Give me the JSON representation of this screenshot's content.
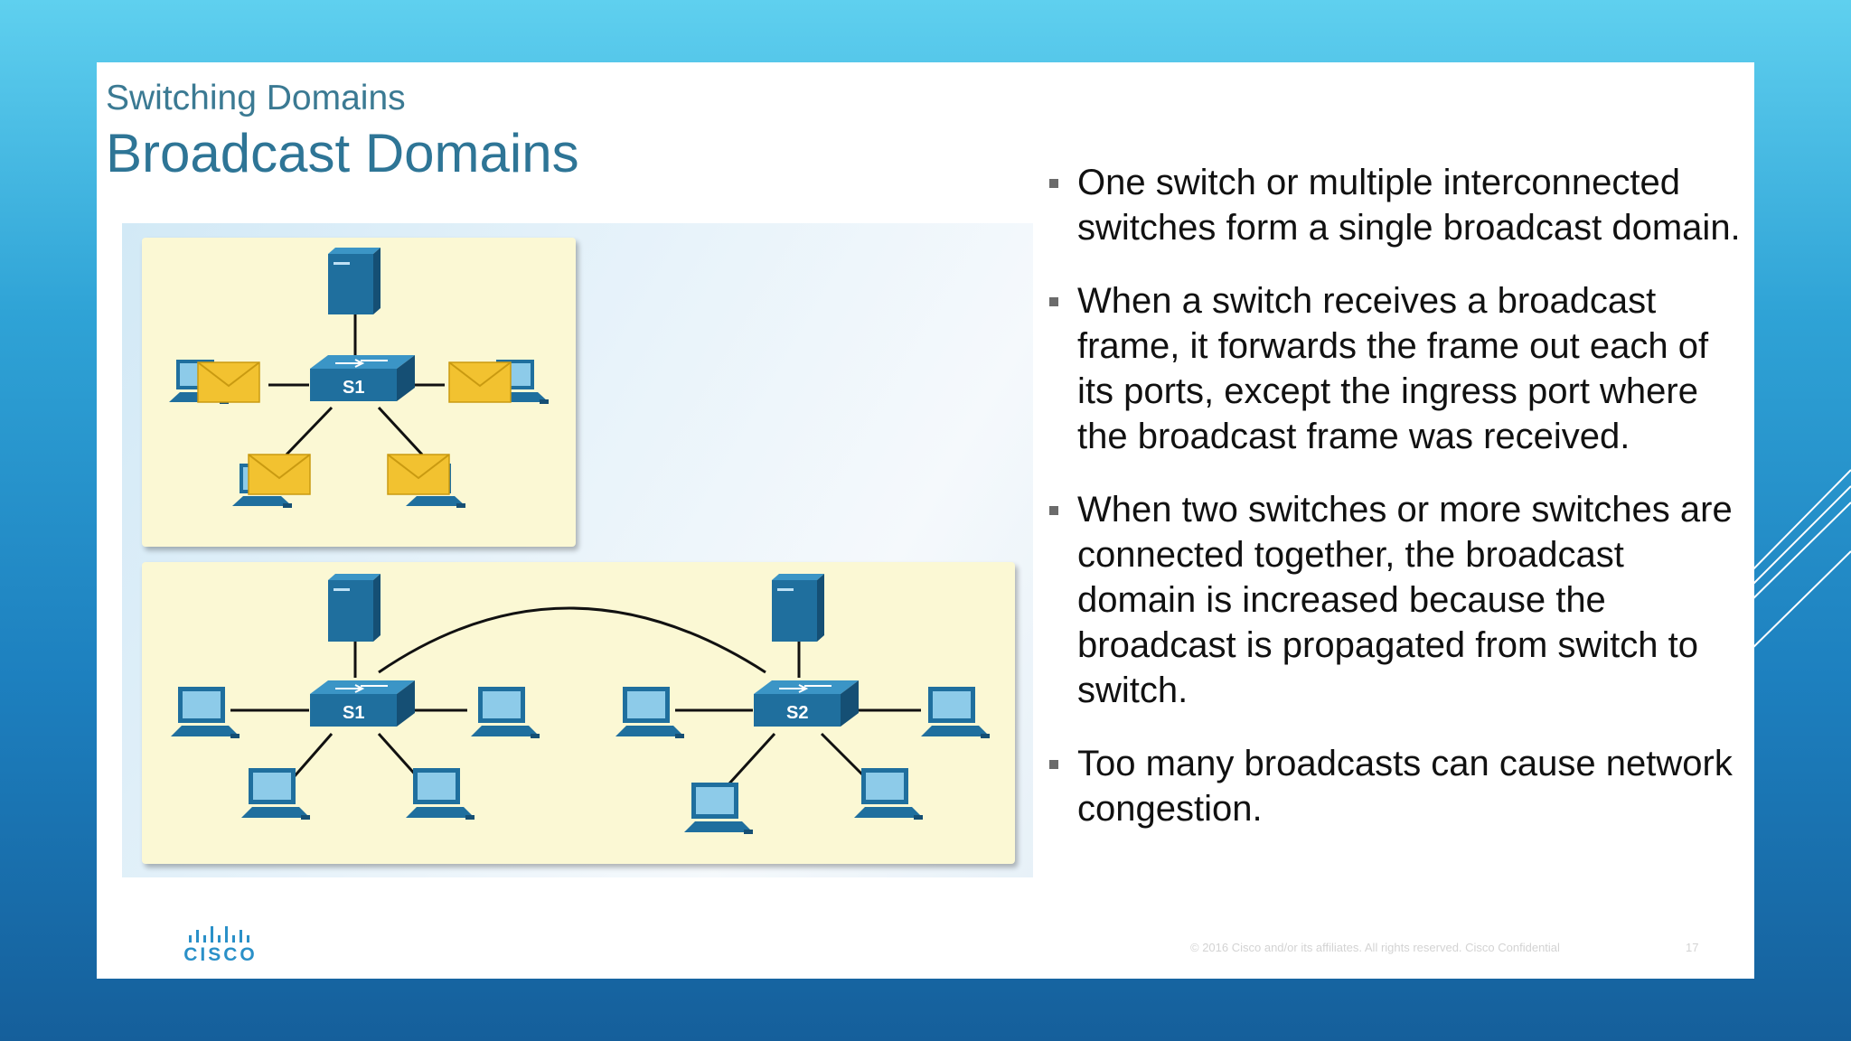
{
  "slide": {
    "subtitle": "Switching Domains",
    "title": "Broadcast Domains"
  },
  "bullets": [
    "One switch or multiple interconnected switches form a single broadcast domain.",
    "When a switch receives a broadcast frame, it forwards the frame out each of its ports, except the ingress port where the broadcast frame was received.",
    "When two switches or more switches are connected together, the broadcast domain is increased because the broadcast is propagated from switch to switch.",
    "Too many broadcasts can cause network congestion."
  ],
  "diagram": {
    "top_switch_label": "S1",
    "bottom_switch1_label": "S1",
    "bottom_switch2_label": "S2"
  },
  "icons": {
    "switch": "switch-icon",
    "server": "server-icon",
    "pc": "pc-icon",
    "envelope": "envelope-icon",
    "logo": "cisco-logo"
  },
  "footer": {
    "copyright": "© 2016  Cisco and/or its affiliates. All rights reserved.   Cisco Confidential",
    "page_number": "17"
  },
  "logo": {
    "text": "CISCO"
  },
  "colors": {
    "background_top": "#5fd0ef",
    "background_bottom": "#155f9b",
    "title": "#2e7596",
    "panel": "#fbf8d4",
    "device_blue": "#1f6f9e",
    "envelope": "#f2c230"
  }
}
